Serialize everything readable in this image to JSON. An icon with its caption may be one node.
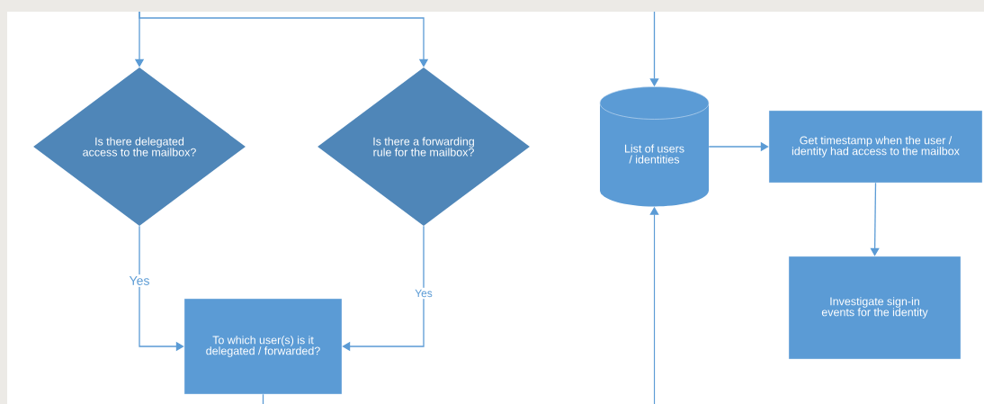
{
  "diagram": {
    "nodes": [
      {
        "text": [
          "Is there delegated access to the mailbox?"
        ]
      },
      {
        "text": [
          "Is there a forwarding rule for the mailbox?"
        ]
      },
      {
        "text": [
          "To which user(s) is it delegated / forwarded?"
        ]
      },
      {
        "text": [
          "List of users / identities"
        ]
      },
      {
        "text": [
          "Get timestamp when the user / identity had access to the mailbox"
        ]
      },
      {
        "text": [
          "Investigate sign-in events for the identity"
        ]
      }
    ],
    "edges": [
      {
        "from": null,
        "to": 0,
        "arrow": "to"
      },
      {
        "from": null,
        "to": 1,
        "arrow": "to"
      },
      {
        "from": 0,
        "to": 2,
        "arrow": "to",
        "label": "Yes"
      },
      {
        "from": 1,
        "to": 2,
        "arrow": "to",
        "label": "Yes"
      },
      {
        "from": 2,
        "to": null,
        "arrow": "none"
      },
      {
        "from": null,
        "to": 3,
        "arrow": "to"
      },
      {
        "from": null,
        "to": 3,
        "arrow": "to"
      },
      {
        "from": 3,
        "to": 4,
        "arrow": "to"
      },
      {
        "from": 4,
        "to": 5,
        "arrow": "to"
      }
    ]
  }
}
